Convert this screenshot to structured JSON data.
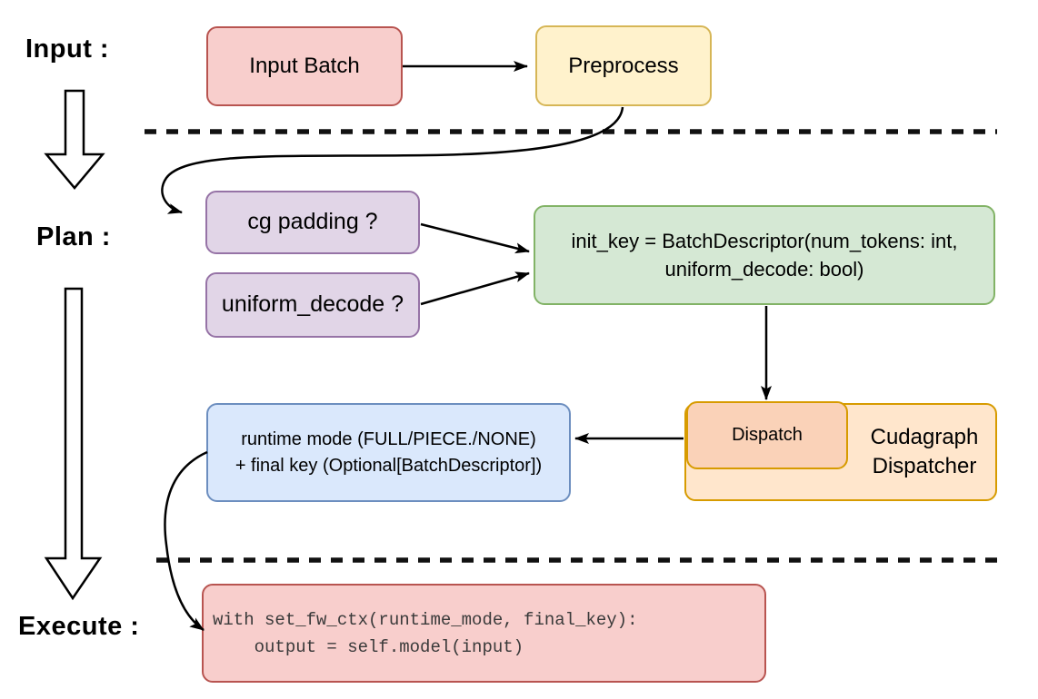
{
  "labels": {
    "input": "Input :",
    "plan": "Plan :",
    "execute": "Execute :"
  },
  "nodes": {
    "input_batch": "Input Batch",
    "preprocess": "Preprocess",
    "cg_padding": "cg padding ?",
    "uniform_decode": "uniform_decode ?",
    "init_key": {
      "line1": "init_key = BatchDescriptor(num_tokens: int,",
      "line2": "uniform_decode: bool)"
    },
    "runtime": {
      "line1": "runtime mode (FULL/PIECE./NONE)",
      "line2": "+ final key (Optional[BatchDescriptor])"
    },
    "dispatch": "Dispatch",
    "dispatcher": {
      "line1": "Cudagraph",
      "line2": "Dispatcher"
    },
    "code": {
      "line1": "with set_fw_ctx(runtime_mode, final_key):",
      "line2": "    output = self.model(input)"
    }
  },
  "colors": {
    "red_fill": "#f8cecc",
    "red_stroke": "#b85450",
    "yellow_fill": "#fff2cc",
    "yellow_stroke": "#d6b656",
    "purple_fill": "#e1d5e7",
    "purple_stroke": "#9673a6",
    "green_fill": "#d5e8d4",
    "green_stroke": "#82b366",
    "blue_fill": "#dae8fc",
    "blue_stroke": "#6c8ebf",
    "orange_fill": "#ffe6cc",
    "orange_stroke": "#d79b00",
    "dispatch_fill": "#fad2b8",
    "connector": "#000000"
  }
}
